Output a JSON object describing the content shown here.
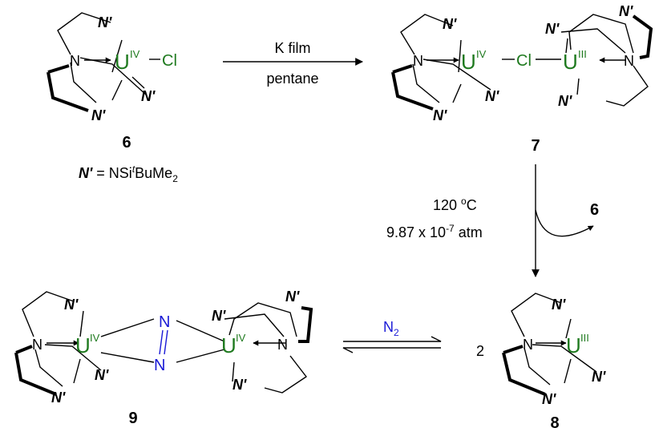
{
  "ligand_label": "N'",
  "atoms": {
    "amine_N": "N",
    "U": "U",
    "Cl": "Cl",
    "N2_atom": "N"
  },
  "oxidation": {
    "IV": "IV",
    "III": "III"
  },
  "compounds": {
    "c6": "6",
    "c7": "7",
    "c8": "8",
    "c9": "9"
  },
  "definition": {
    "lhs": "N'",
    "eq": " = NSi",
    "t": "t",
    "rest": "BuMe",
    "sub2": "2"
  },
  "step1": {
    "reagent": "K film",
    "solvent": "pentane"
  },
  "step2": {
    "temp_value": "120 ",
    "temp_o": "o",
    "temp_unit": "C",
    "pressure_pre": "9.87 x 10",
    "pressure_exp": "-7",
    "pressure_unit": " atm",
    "byproduct": "6"
  },
  "step3": {
    "reagent_main": "N",
    "reagent_sub": "2",
    "coefficient": "2"
  },
  "colors": {
    "uranium": "#1f7a1f",
    "dinitrogen": "#1a1ad6"
  }
}
